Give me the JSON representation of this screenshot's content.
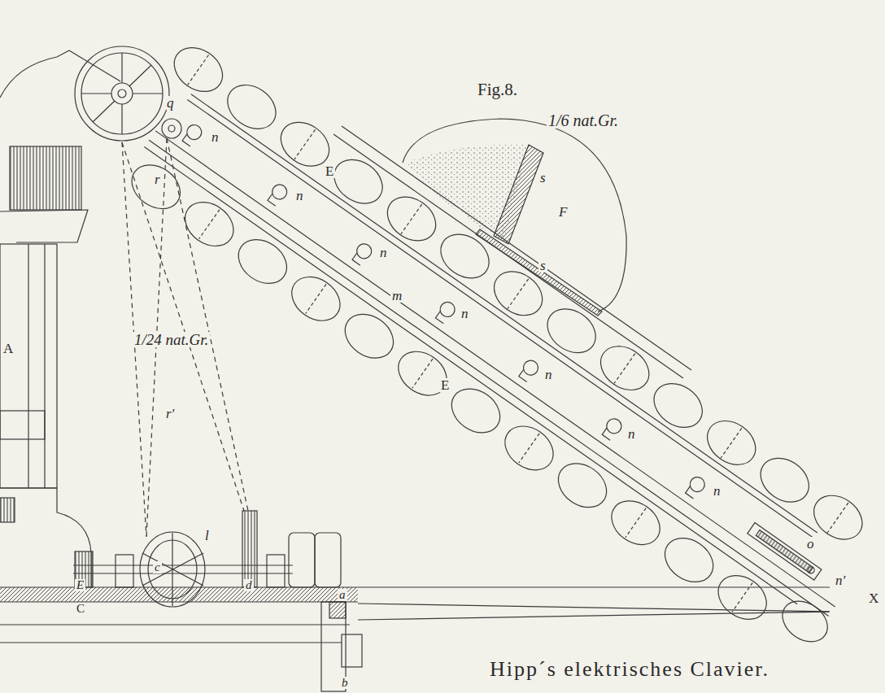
{
  "diagram": {
    "caption": "Hipp´s elektrisches Clavier.",
    "labels": [
      "Fig.8.",
      "1/6 nat.Gr.",
      "1/24 nat.Gr.",
      "q",
      "n",
      "r",
      "E",
      "n",
      "s",
      "F",
      "n",
      "s",
      "m",
      "n",
      "A",
      "E",
      "n",
      "r'",
      "n",
      "n",
      "o",
      "l",
      "n'",
      "X",
      "c",
      "d",
      "E",
      "a",
      "C",
      "b"
    ]
  }
}
